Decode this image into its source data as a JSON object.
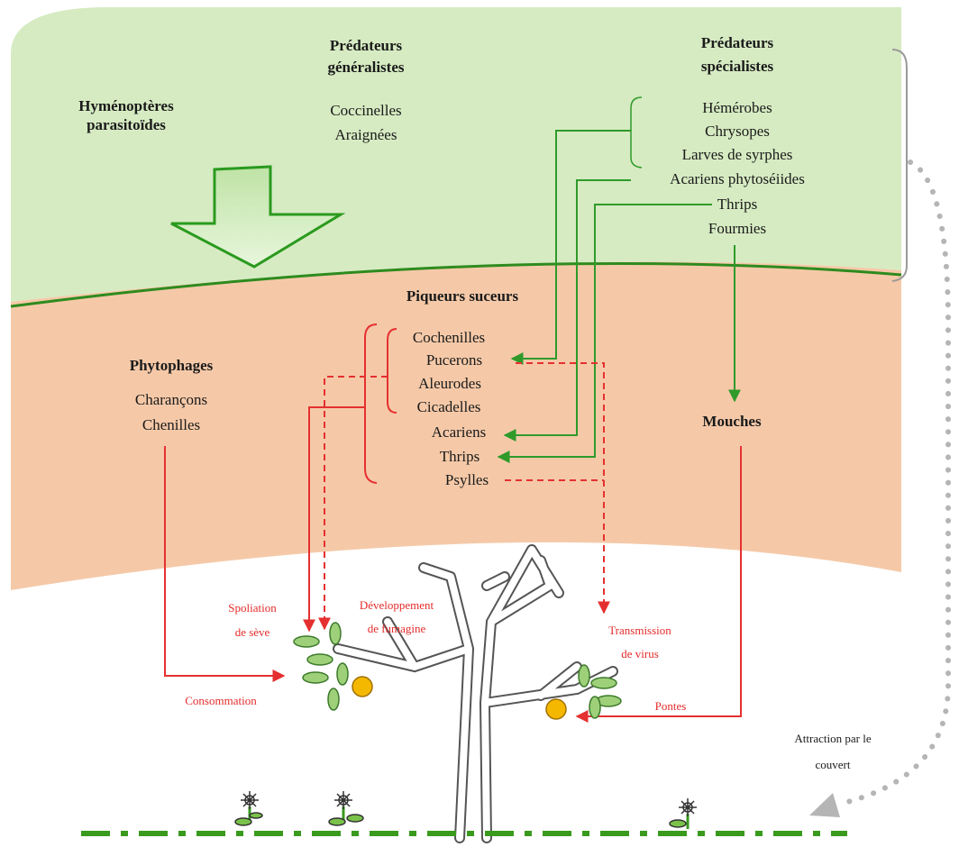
{
  "top_zone": {
    "parasitoids": [
      "Hyménoptères",
      "parasitoïdes"
    ],
    "generalists": {
      "title": [
        "Prédateurs",
        "généralistes"
      ],
      "items": [
        "Coccinelles",
        "Araignées"
      ]
    },
    "specialists": {
      "title": [
        "Prédateurs",
        "spécialistes"
      ],
      "items": [
        "Hémérobes",
        "Chrysopes",
        "Larves de syrphes",
        "Acariens phytoséiides",
        "Thrips",
        "Fourmies"
      ]
    }
  },
  "middle_zone": {
    "piqueurs": {
      "title": "Piqueurs suceurs",
      "items": [
        "Cochenilles",
        "Pucerons",
        "Aleurodes",
        "Cicadelles",
        "Acariens",
        "Thrips",
        "Psylles"
      ]
    },
    "phytophages": {
      "title": "Phytophages",
      "items": [
        "Charançons",
        "Chenilles"
      ]
    },
    "mouches": "Mouches"
  },
  "effects": {
    "spoliation": [
      "Spoliation",
      "de sève"
    ],
    "fumagine": [
      "Développement",
      "de fumagine"
    ],
    "virus": [
      "Transmission",
      "de virus"
    ],
    "consommation": "Consommation",
    "pontes": "Pontes"
  },
  "attraction": [
    "Attraction par le",
    "couvert"
  ],
  "colors": {
    "predator_zone": "#d6ebc2",
    "pest_zone": "#f5c9a8",
    "boundary": "#2e8b1e",
    "predation_arrow": "#2f9a2a",
    "damage_arrow": "#e53030",
    "label_dark": "#1a1a1a",
    "label_red": "#e52b2b"
  }
}
